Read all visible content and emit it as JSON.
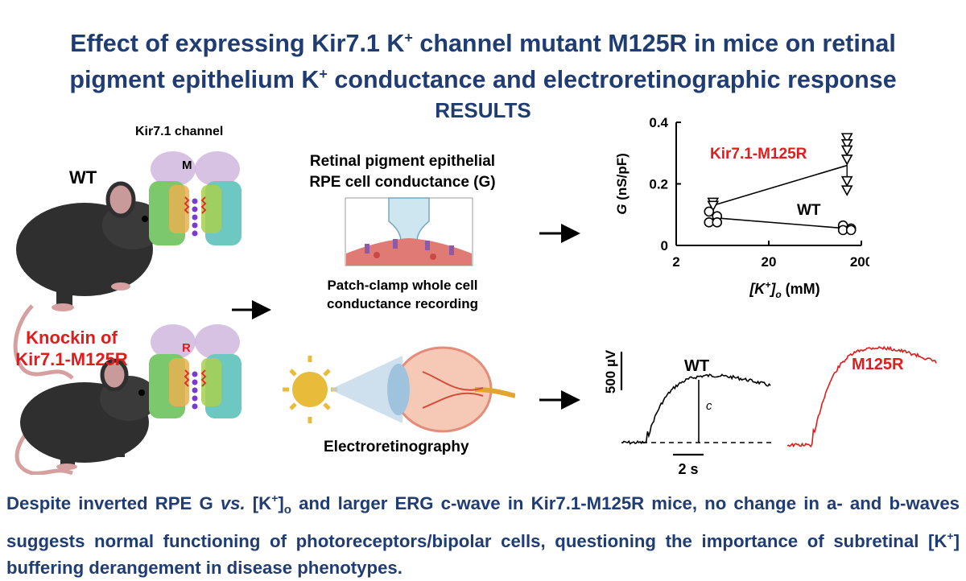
{
  "title": {
    "line1_a": "Effect of expressing Kir7.1 K",
    "line1_sup": "+",
    "line1_b": " channel mutant M125R in mice on retinal",
    "line2_a": "pigment epithelium K",
    "line2_sup": "+",
    "line2_b": " conductance and electroretinographic response"
  },
  "results_heading": "RESULTS",
  "left": {
    "channel_label": "Kir7.1 channel",
    "wt_label": "WT",
    "m_label": "M",
    "knockin_line1": "Knockin of",
    "knockin_line2": "Kir7.1-M125R",
    "r_label": "R"
  },
  "middle": {
    "rpe_line1": "Retinal pigment epithelial",
    "rpe_line2": "RPE cell conductance (G)",
    "patch_line1": "Patch-clamp whole cell",
    "patch_line2": "conductance recording",
    "erg_label": "Electroretinography"
  },
  "chart_data": [
    {
      "type": "scatter",
      "ylabel_italic": "G",
      "ylabel_rest": " (nS/pF)",
      "xlabel_a": "[K",
      "xlabel_sup": "+",
      "xlabel_b": "]",
      "xlabel_sub": "o",
      "xlabel_c": " (mM)",
      "xscale": "log",
      "xlim": [
        2,
        200
      ],
      "ylim": [
        0,
        0.4
      ],
      "xticks": [
        "2",
        "20",
        "200"
      ],
      "yticks": [
        "0",
        "0.2",
        "0.4"
      ],
      "series": [
        {
          "name": "Kir7.1-M125R",
          "color": "#e31b1b",
          "marker": "triangle-down",
          "points": [
            [
              5,
              0.14
            ],
            [
              5,
              0.13
            ],
            [
              140,
              0.35
            ],
            [
              140,
              0.33
            ],
            [
              140,
              0.31
            ],
            [
              140,
              0.28
            ],
            [
              140,
              0.21
            ],
            [
              140,
              0.18
            ]
          ],
          "mean": [
            [
              5,
              0.13
            ],
            [
              140,
              0.26
            ]
          ]
        },
        {
          "name": "WT",
          "color": "#000000",
          "marker": "circle",
          "points": [
            [
              5,
              0.11
            ],
            [
              5,
              0.095
            ],
            [
              5,
              0.075
            ],
            [
              5,
              0.075
            ],
            [
              140,
              0.065
            ],
            [
              140,
              0.055
            ],
            [
              140,
              0.05
            ],
            [
              140,
              0.05
            ]
          ],
          "mean": [
            [
              5,
              0.09
            ],
            [
              140,
              0.055
            ]
          ]
        }
      ]
    },
    {
      "type": "line",
      "scale_y": "500 µV",
      "scale_x": "2 s",
      "traces": [
        {
          "name": "WT",
          "color": "#000000",
          "marker": "c"
        },
        {
          "name": "M125R",
          "color": "#e31b1b"
        }
      ]
    }
  ],
  "footer": {
    "p1": "Despite inverted RPE G ",
    "p1_vs": "vs.",
    "p2": " [K",
    "p2_sup": "+",
    "p2_b": "]",
    "p2_sub": "o",
    "p3": " and larger ERG c-wave in Kir7.1-M125R mice, no change in a- and b-waves suggests normal functioning of photoreceptors/bipolar cells, questioning the importance of subretinal [K",
    "p3_sup": "+",
    "p4": "] buffering derangement in disease phenotypes."
  },
  "colors": {
    "title": "#1f3d73",
    "mutant": "#e31b1b",
    "wt": "#000000"
  }
}
